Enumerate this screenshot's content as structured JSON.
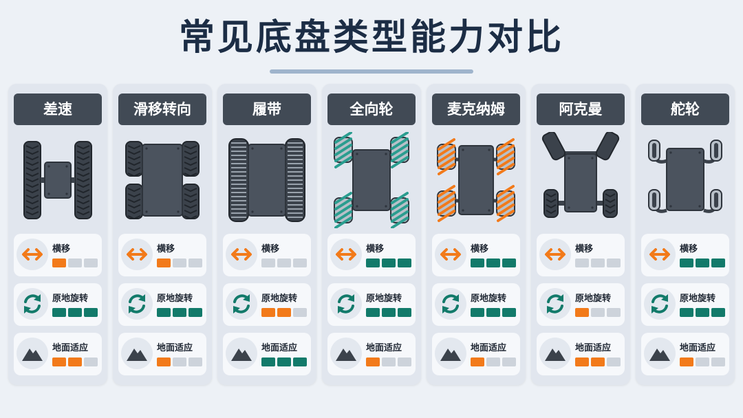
{
  "title": "常见底盘类型能力对比",
  "colors": {
    "orange": "#f27a1a",
    "teal": "#127a6a",
    "empty": "#cdd3db",
    "header_bg": "#414a55",
    "title": "#1c2d45"
  },
  "metric_labels": [
    "横移",
    "原地旋转",
    "地面适应"
  ],
  "metric_icons": [
    "arrows-icon",
    "rotate-icon",
    "mountain-icon"
  ],
  "columns": [
    {
      "name": "差速",
      "wheel": "tire",
      "ratings": [
        {
          "level": 1,
          "color": "orange"
        },
        {
          "level": 3,
          "color": "teal"
        },
        {
          "level": 2,
          "color": "orange"
        }
      ]
    },
    {
      "name": "滑移转向",
      "wheel": "tire",
      "ratings": [
        {
          "level": 1,
          "color": "orange"
        },
        {
          "level": 3,
          "color": "teal"
        },
        {
          "level": 1,
          "color": "orange"
        }
      ]
    },
    {
      "name": "履带",
      "wheel": "track",
      "ratings": [
        {
          "level": 0,
          "color": "orange"
        },
        {
          "level": 2,
          "color": "orange"
        },
        {
          "level": 3,
          "color": "teal"
        }
      ]
    },
    {
      "name": "全向轮",
      "wheel": "omni",
      "ratings": [
        {
          "level": 3,
          "color": "teal"
        },
        {
          "level": 3,
          "color": "teal"
        },
        {
          "level": 1,
          "color": "orange"
        }
      ]
    },
    {
      "name": "麦克纳姆",
      "wheel": "mecanum",
      "ratings": [
        {
          "level": 3,
          "color": "teal"
        },
        {
          "level": 3,
          "color": "teal"
        },
        {
          "level": 1,
          "color": "orange"
        }
      ]
    },
    {
      "name": "阿克曼",
      "wheel": "ackermann",
      "ratings": [
        {
          "level": 0,
          "color": "orange"
        },
        {
          "level": 1,
          "color": "orange"
        },
        {
          "level": 2,
          "color": "orange"
        }
      ]
    },
    {
      "name": "舵轮",
      "wheel": "caster",
      "ratings": [
        {
          "level": 3,
          "color": "teal"
        },
        {
          "level": 3,
          "color": "teal"
        },
        {
          "level": 1,
          "color": "orange"
        }
      ]
    }
  ]
}
